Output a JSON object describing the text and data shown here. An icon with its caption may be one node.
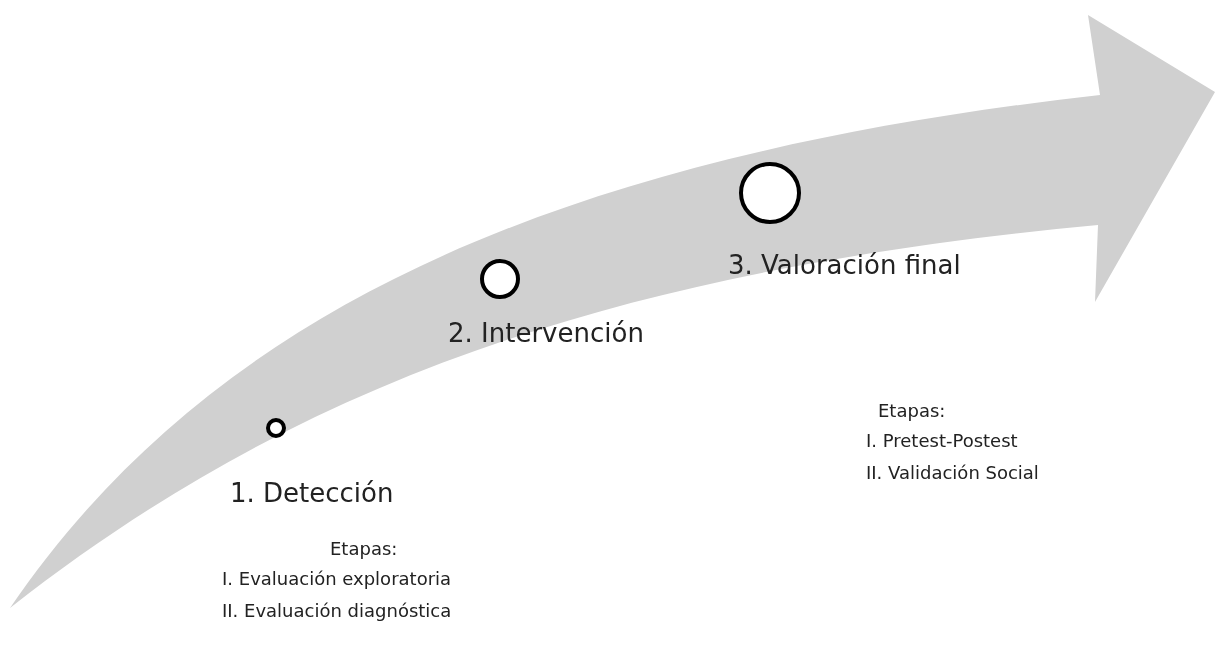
{
  "diagram": {
    "nodes": [
      {
        "text": [],
        "shape": "circle",
        "beside": [
          "1. Detección",
          "Etapas:",
          "I. Evaluación exploratoria",
          "II. Evaluación diagnóstica"
        ]
      },
      {
        "text": [],
        "shape": "circle",
        "beside": [
          "2. Intervención"
        ]
      },
      {
        "text": [],
        "shape": "circle",
        "beside": [
          "3. Valoración final",
          "Etapas:",
          "I. Pretest-Postest",
          "II. Validación Social"
        ]
      }
    ],
    "edges": []
  }
}
